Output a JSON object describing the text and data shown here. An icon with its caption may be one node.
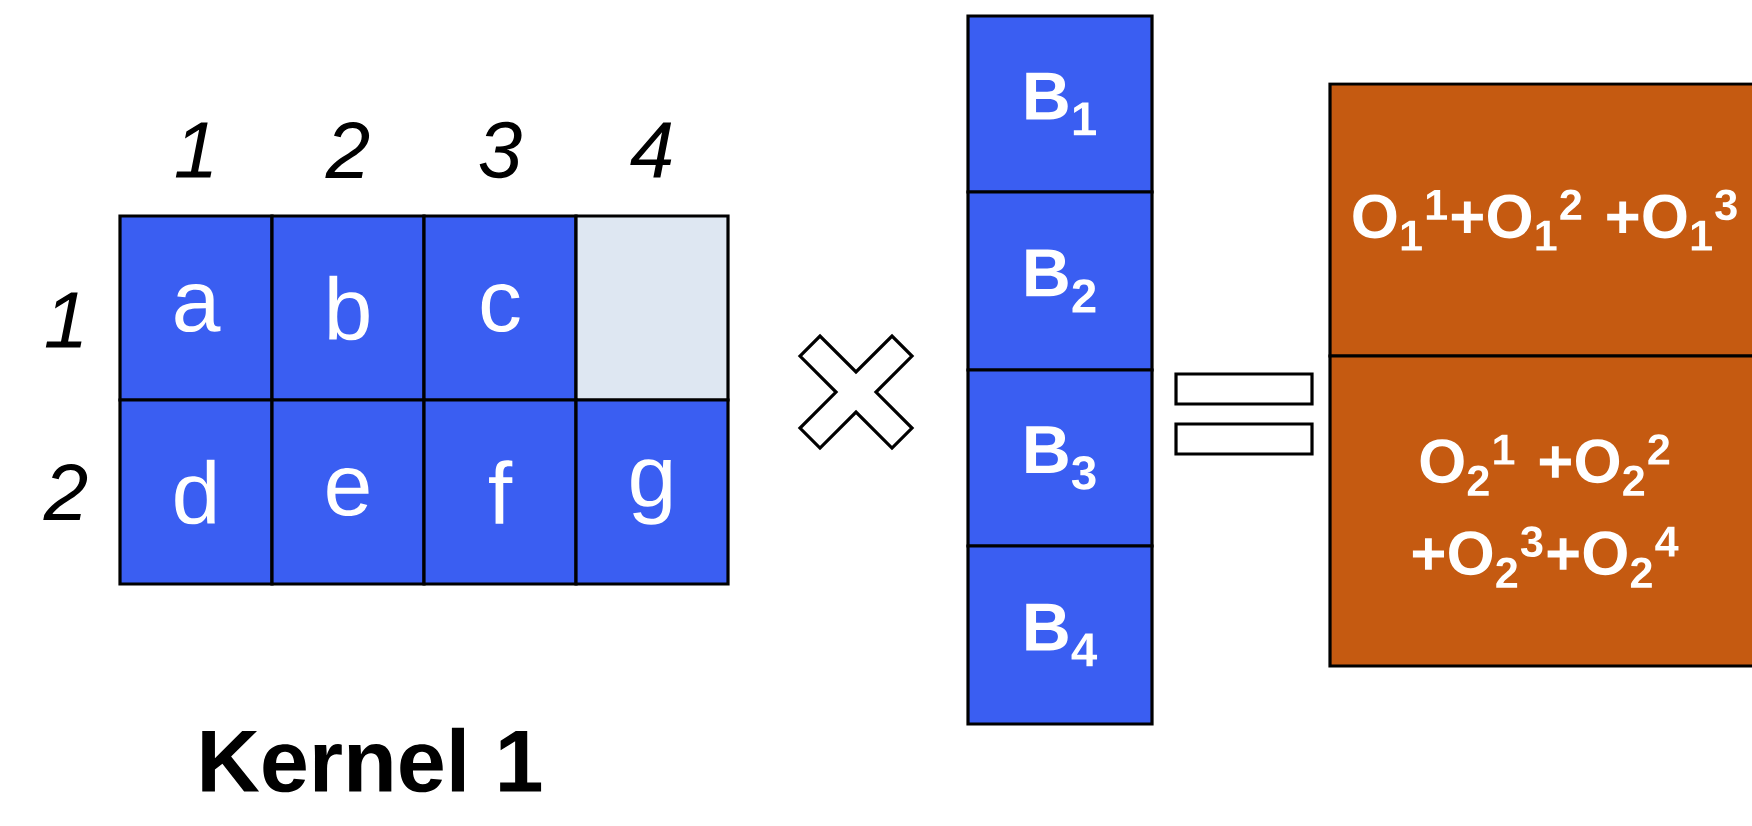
{
  "diagram": {
    "nodes": [
      {
        "text": [
          "a"
        ]
      },
      {
        "text": [
          "b"
        ]
      },
      {
        "text": [
          "c"
        ]
      },
      {
        "text": [],
        "shape": "box"
      },
      {
        "text": [
          "d"
        ]
      },
      {
        "text": [
          "e"
        ]
      },
      {
        "text": [
          "f"
        ]
      },
      {
        "text": [
          "g"
        ]
      },
      {
        "text": [
          "B$_{1}$"
        ]
      },
      {
        "text": [
          "B$_{2}$"
        ]
      },
      {
        "text": [
          "B$_{3}$"
        ]
      },
      {
        "text": [
          "B$_{4}$"
        ]
      },
      {
        "text": [
          "O$_{1}$$^{1}$+O$_{1}$$^{2}$ +O$_{1}$$^{3}$"
        ]
      },
      {
        "text": [
          "O$_{2}$$^{1}$ +O$_{2}$$^{2}$ +O$_{2}$$^{3}$+O$_{2}$$^{4}$"
        ]
      }
    ],
    "labels": [
      "1",
      "2",
      "3",
      "4",
      "1",
      "2",
      "Kernel 1"
    ]
  }
}
